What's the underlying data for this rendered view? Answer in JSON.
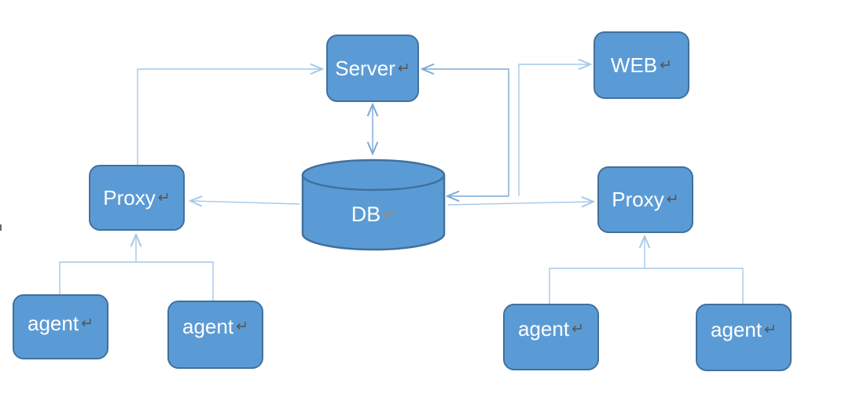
{
  "diagram": {
    "nodes": {
      "server": {
        "label": "Server",
        "mark": "↵"
      },
      "web": {
        "label": "WEB",
        "mark": "↵"
      },
      "db": {
        "label": "DB",
        "mark": "↵"
      },
      "proxy_left": {
        "label": "Proxy",
        "mark": "↵"
      },
      "proxy_right": {
        "label": "Proxy",
        "mark": "↵"
      },
      "agent_1": {
        "label": "agent",
        "mark": "↵",
        "note": ""
      },
      "agent_2": {
        "label": "agent",
        "mark": "↵",
        "note": ". ."
      },
      "agent_3": {
        "label": "agent",
        "mark": "↵",
        "note": ". ."
      },
      "agent_4": {
        "label": "agent",
        "mark": "↵",
        "note": ". ."
      }
    },
    "edges": [
      {
        "from": "proxy_left",
        "to": "server",
        "arrows": "end"
      },
      {
        "from": "server",
        "to": "db",
        "arrows": "both"
      },
      {
        "from": "db",
        "to": "server",
        "arrows": "both"
      },
      {
        "from": "db",
        "to": "web",
        "arrows": "end"
      },
      {
        "from": "db",
        "to": "proxy_right",
        "arrows": "end"
      },
      {
        "from": "db",
        "to": "proxy_left",
        "arrows": "end"
      },
      {
        "from": "agent_1",
        "to": "proxy_left",
        "arrows": "junction"
      },
      {
        "from": "agent_2",
        "to": "proxy_left",
        "arrows": "junction"
      },
      {
        "from": "agent_3",
        "to": "proxy_right",
        "arrows": "junction"
      },
      {
        "from": "agent_4",
        "to": "proxy_right",
        "arrows": "junction"
      }
    ],
    "colors": {
      "node_fill": "#5B9BD5",
      "node_border": "#41719C",
      "connector_light": "#A6C9EA",
      "connector_mid": "#7FA9D4",
      "label_text": "#FFFFFF",
      "return_mark": "#565656",
      "db_return_mark": "#9C8B7B",
      "background": "#FFFFFF"
    }
  }
}
